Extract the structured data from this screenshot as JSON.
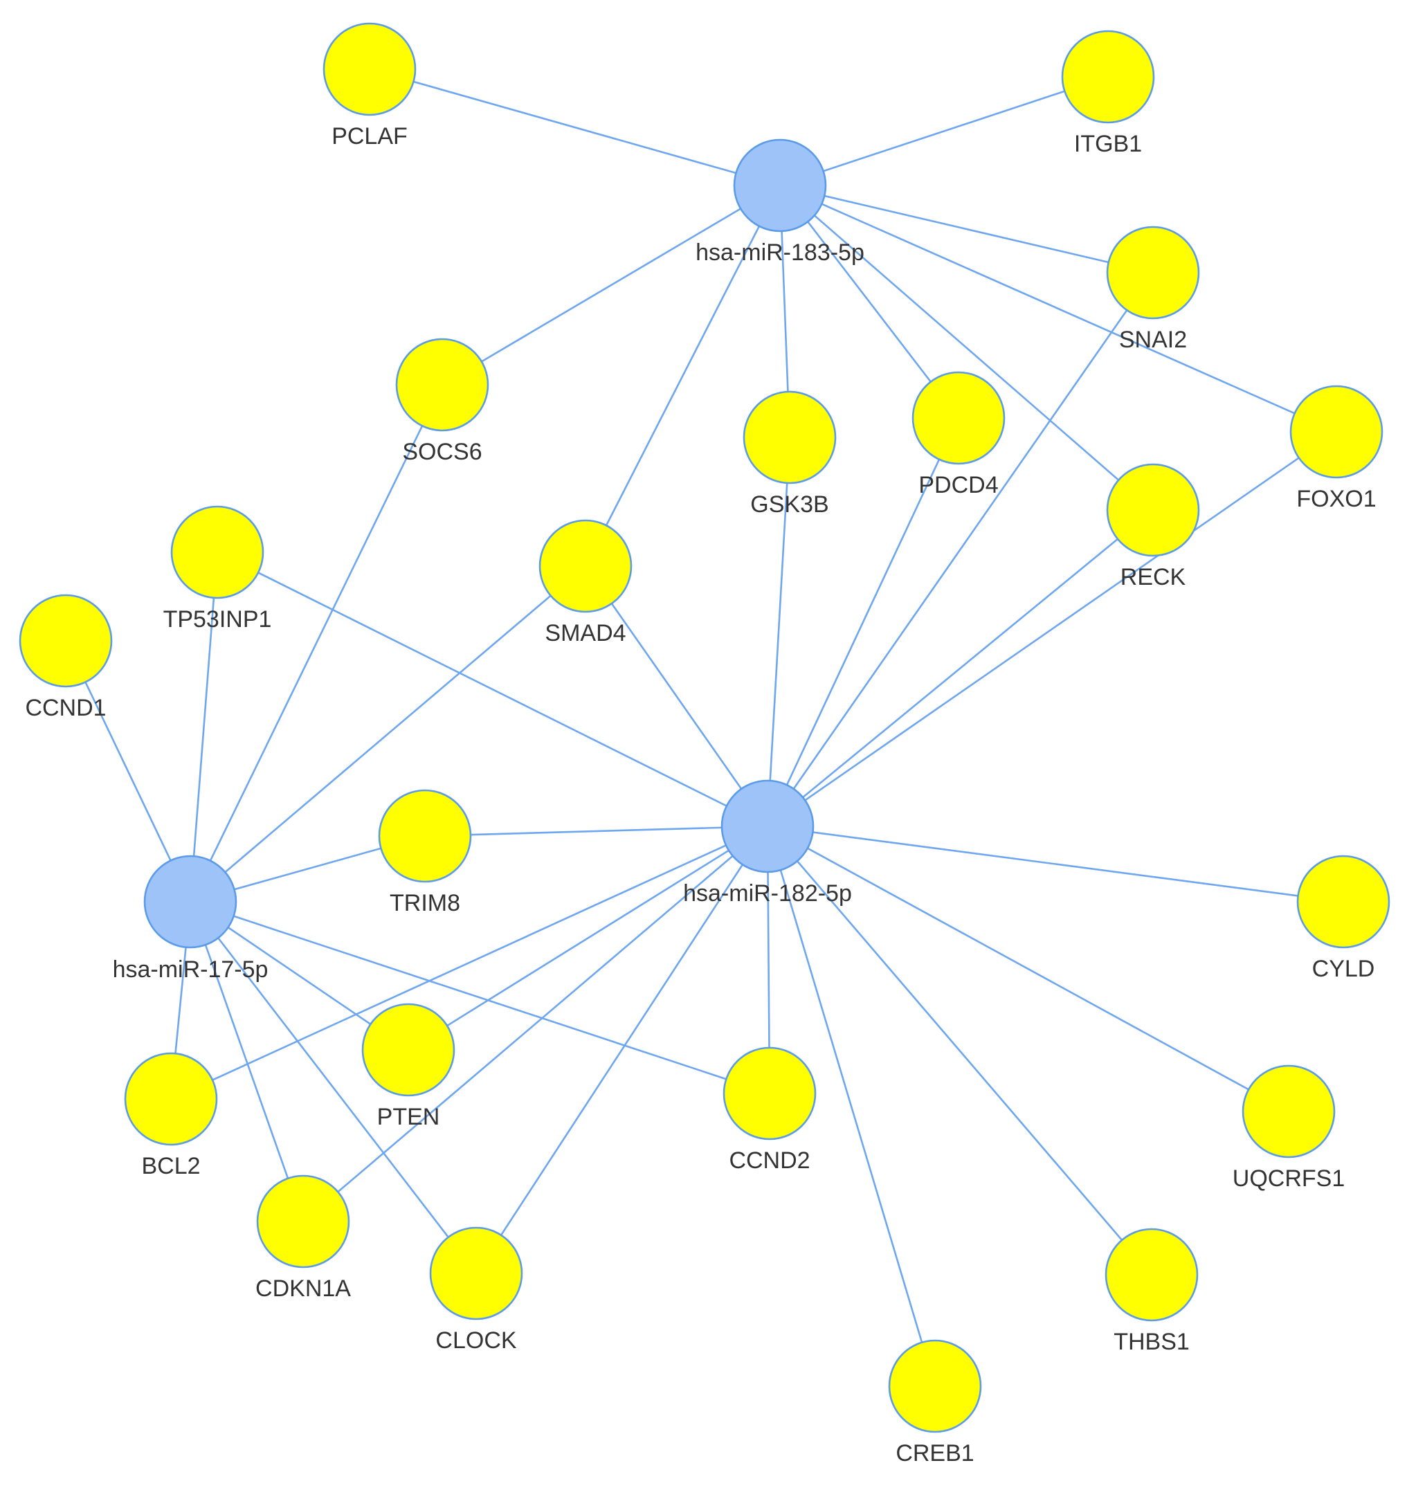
{
  "colors": {
    "edge": "#6ea6f0",
    "mirna_fill": "#9dc3f8",
    "target_fill": "#ffff00",
    "node_stroke": "#5b9be8",
    "label": "#333333"
  },
  "nodes": [
    {
      "id": "mir183",
      "label": "hsa-miR-183-5p",
      "kind": "miRNA"
    },
    {
      "id": "mir182",
      "label": "hsa-miR-182-5p",
      "kind": "miRNA"
    },
    {
      "id": "mir17",
      "label": "hsa-miR-17-5p",
      "kind": "miRNA"
    },
    {
      "id": "PCLAF",
      "label": "PCLAF",
      "kind": "target"
    },
    {
      "id": "ITGB1",
      "label": "ITGB1",
      "kind": "target"
    },
    {
      "id": "SNAI2",
      "label": "SNAI2",
      "kind": "target"
    },
    {
      "id": "SOCS6",
      "label": "SOCS6",
      "kind": "target"
    },
    {
      "id": "GSK3B",
      "label": "GSK3B",
      "kind": "target"
    },
    {
      "id": "PDCD4",
      "label": "PDCD4",
      "kind": "target"
    },
    {
      "id": "FOXO1",
      "label": "FOXO1",
      "kind": "target"
    },
    {
      "id": "RECK",
      "label": "RECK",
      "kind": "target"
    },
    {
      "id": "TP53INP1",
      "label": "TP53INP1",
      "kind": "target"
    },
    {
      "id": "SMAD4",
      "label": "SMAD4",
      "kind": "target"
    },
    {
      "id": "CCND1",
      "label": "CCND1",
      "kind": "target"
    },
    {
      "id": "TRIM8",
      "label": "TRIM8",
      "kind": "target"
    },
    {
      "id": "CYLD",
      "label": "CYLD",
      "kind": "target"
    },
    {
      "id": "BCL2",
      "label": "BCL2",
      "kind": "target"
    },
    {
      "id": "PTEN",
      "label": "PTEN",
      "kind": "target"
    },
    {
      "id": "CCND2",
      "label": "CCND2",
      "kind": "target"
    },
    {
      "id": "UQCRFS1",
      "label": "UQCRFS1",
      "kind": "target"
    },
    {
      "id": "CDKN1A",
      "label": "CDKN1A",
      "kind": "target"
    },
    {
      "id": "CLOCK",
      "label": "CLOCK",
      "kind": "target"
    },
    {
      "id": "THBS1",
      "label": "THBS1",
      "kind": "target"
    },
    {
      "id": "CREB1",
      "label": "CREB1",
      "kind": "target"
    }
  ],
  "edges": [
    [
      "mir183",
      "PCLAF"
    ],
    [
      "mir183",
      "ITGB1"
    ],
    [
      "mir183",
      "SNAI2"
    ],
    [
      "mir183",
      "SOCS6"
    ],
    [
      "mir183",
      "GSK3B"
    ],
    [
      "mir183",
      "PDCD4"
    ],
    [
      "mir183",
      "FOXO1"
    ],
    [
      "mir183",
      "RECK"
    ],
    [
      "mir183",
      "SMAD4"
    ],
    [
      "mir182",
      "SNAI2"
    ],
    [
      "mir182",
      "GSK3B"
    ],
    [
      "mir182",
      "PDCD4"
    ],
    [
      "mir182",
      "FOXO1"
    ],
    [
      "mir182",
      "RECK"
    ],
    [
      "mir182",
      "TP53INP1"
    ],
    [
      "mir182",
      "SMAD4"
    ],
    [
      "mir182",
      "TRIM8"
    ],
    [
      "mir182",
      "CYLD"
    ],
    [
      "mir182",
      "BCL2"
    ],
    [
      "mir182",
      "PTEN"
    ],
    [
      "mir182",
      "CCND2"
    ],
    [
      "mir182",
      "UQCRFS1"
    ],
    [
      "mir182",
      "CDKN1A"
    ],
    [
      "mir182",
      "CLOCK"
    ],
    [
      "mir182",
      "THBS1"
    ],
    [
      "mir182",
      "CREB1"
    ],
    [
      "mir17",
      "SOCS6"
    ],
    [
      "mir17",
      "TP53INP1"
    ],
    [
      "mir17",
      "SMAD4"
    ],
    [
      "mir17",
      "CCND1"
    ],
    [
      "mir17",
      "TRIM8"
    ],
    [
      "mir17",
      "BCL2"
    ],
    [
      "mir17",
      "PTEN"
    ],
    [
      "mir17",
      "CCND2"
    ],
    [
      "mir17",
      "CDKN1A"
    ],
    [
      "mir17",
      "CLOCK"
    ]
  ]
}
